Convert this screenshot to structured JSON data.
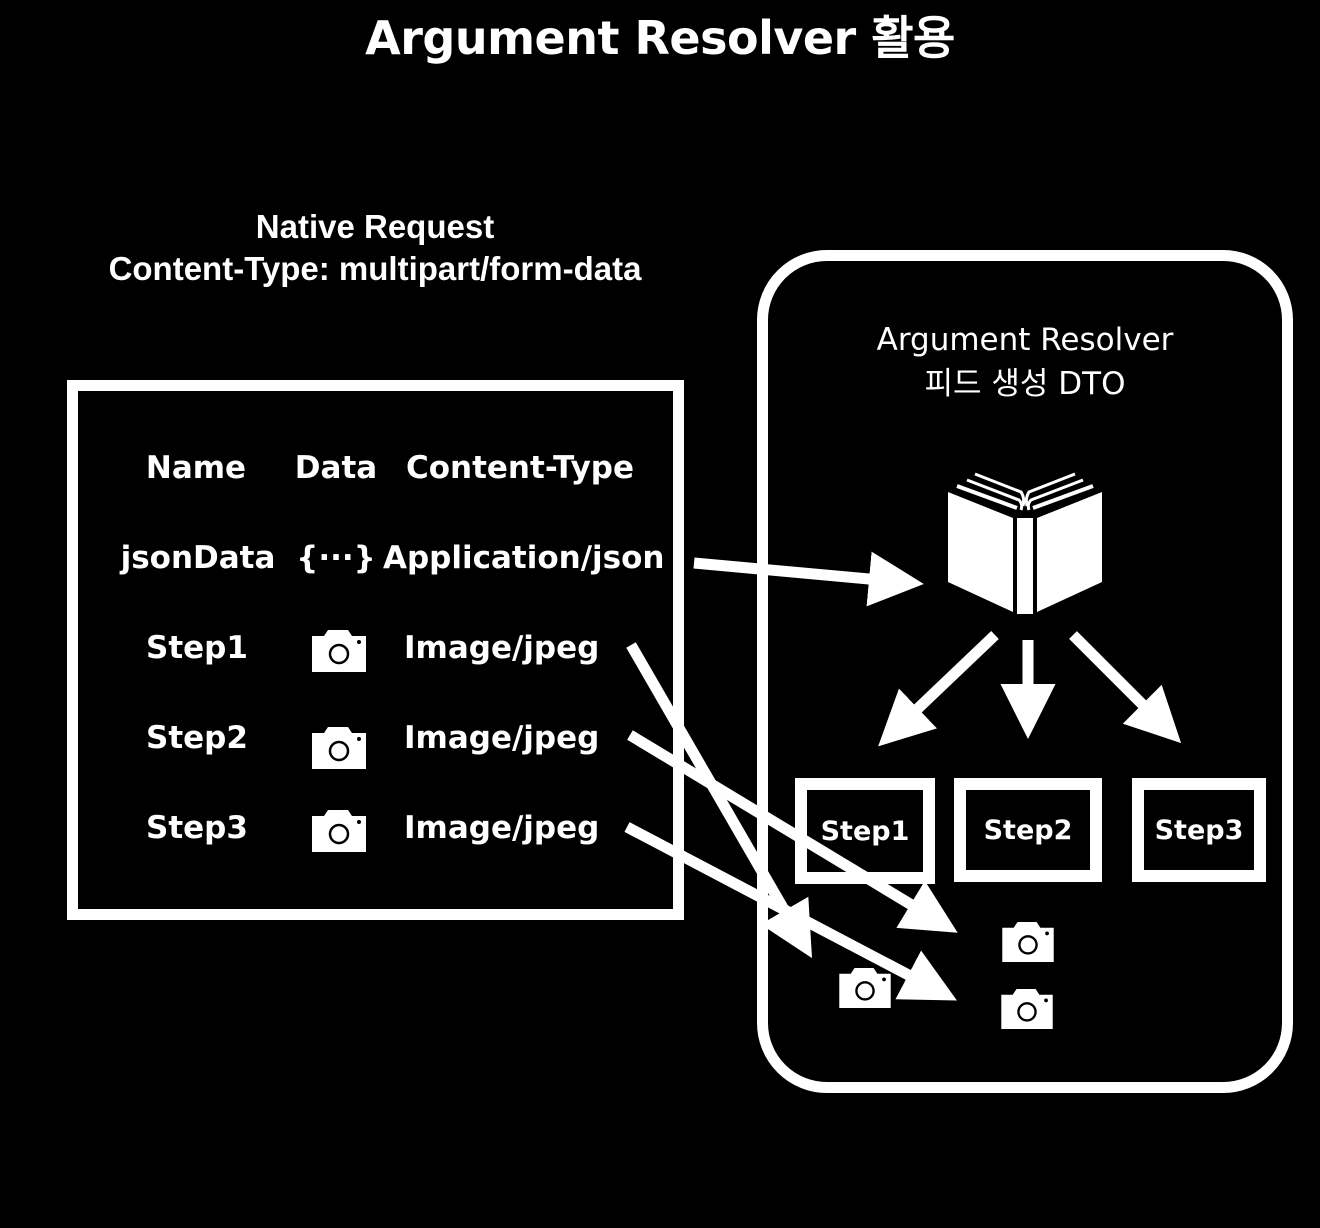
{
  "title": "Argument Resolver 활용",
  "native_request": {
    "heading_line1": "Native Request",
    "heading_line2": "Content-Type: multipart/form-data",
    "table": {
      "headers": [
        "Name",
        "Data",
        "Content-Type"
      ],
      "rows": [
        {
          "name": "jsonData",
          "data": "{···}",
          "data_icon": null,
          "content_type": "Application/json"
        },
        {
          "name": "Step1",
          "data": "",
          "data_icon": "camera-icon",
          "content_type": "Image/jpeg"
        },
        {
          "name": "Step2",
          "data": "",
          "data_icon": "camera-icon",
          "content_type": "Image/jpeg"
        },
        {
          "name": "Step3",
          "data": "",
          "data_icon": "camera-icon",
          "content_type": "Image/jpeg"
        }
      ]
    }
  },
  "resolver": {
    "heading_line1": "Argument Resolver",
    "heading_line2": "피드 생성 DTO",
    "dto_icon": "open-book-icon",
    "steps": [
      "Step1",
      "Step2",
      "Step3"
    ],
    "output_icons": [
      "camera-icon",
      "camera-icon",
      "camera-icon"
    ]
  },
  "colors": {
    "background": "#000000",
    "foreground": "#ffffff"
  }
}
